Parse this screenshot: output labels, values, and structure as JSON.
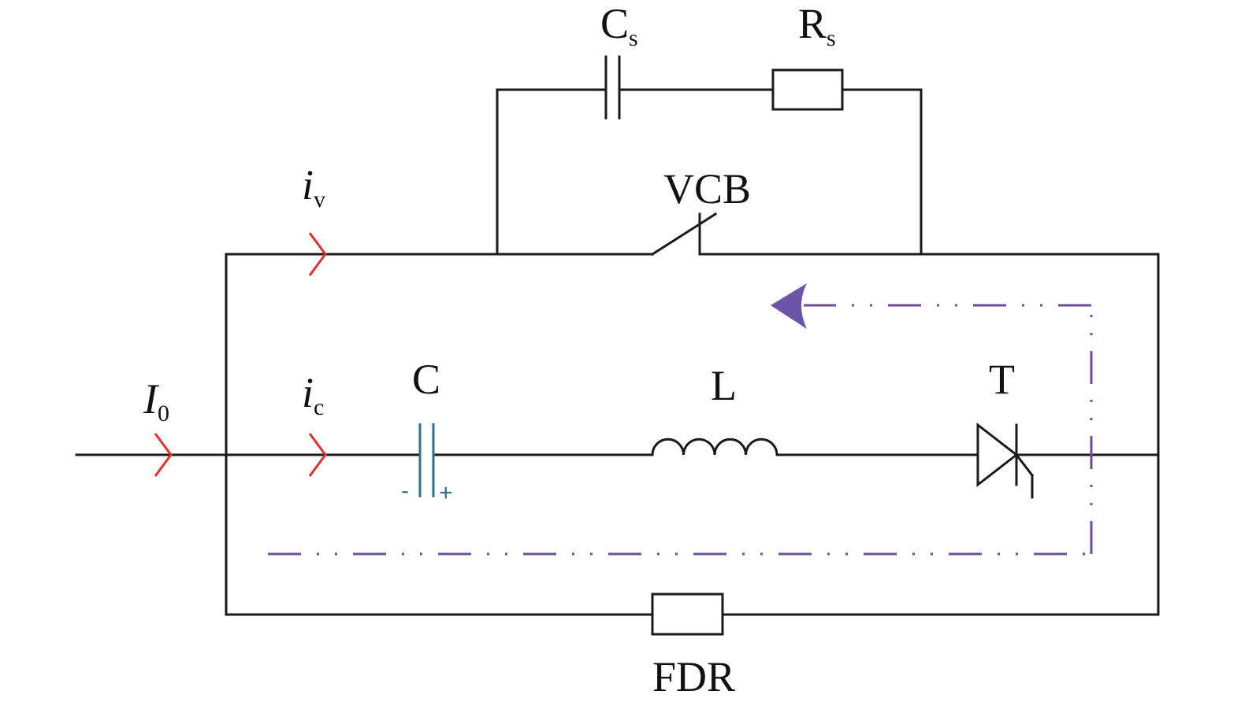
{
  "labels": {
    "cs_main": "C",
    "cs_sub": "s",
    "rs_main": "R",
    "rs_sub": "s",
    "vcb": "VCB",
    "iv_main": "i",
    "iv_sub": "v",
    "ic_main": "i",
    "ic_sub": "c",
    "i0_main": "I",
    "i0_sub": "0",
    "c": "C",
    "l": "L",
    "t": "T",
    "fdr": "FDR",
    "minus": "-",
    "plus": "+"
  },
  "colors": {
    "wire": "#1a1a1a",
    "current_arrow": "#e0312b",
    "capacitor": "#2f6f8a",
    "loop_path": "#6a4f9a",
    "loop_arrow": "#6c55a8"
  }
}
